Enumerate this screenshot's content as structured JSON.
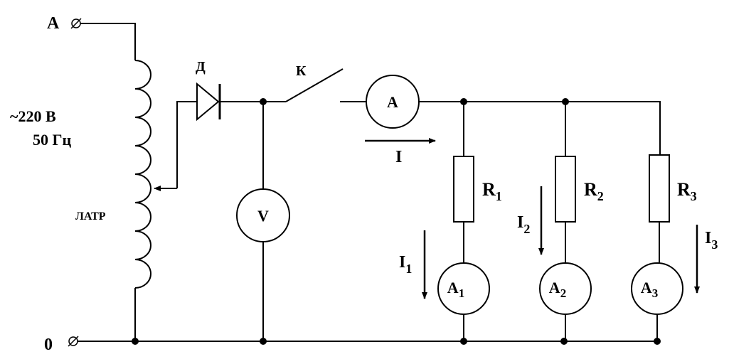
{
  "terminals": {
    "phase": "A",
    "neutral": "0"
  },
  "supply": {
    "voltage": "~220 В",
    "frequency": "50 Гц"
  },
  "autotransformer": {
    "label": "ЛАТР"
  },
  "diode": {
    "label": "Д"
  },
  "switch": {
    "label": "К"
  },
  "voltmeter": {
    "label": "V"
  },
  "main_ammeter": {
    "label": "A"
  },
  "total_current": {
    "label": "I"
  },
  "branches": [
    {
      "resistor": "R",
      "resistor_sub": "1",
      "ammeter": "A",
      "ammeter_sub": "1",
      "current": "I",
      "current_sub": "1"
    },
    {
      "resistor": "R",
      "resistor_sub": "2",
      "ammeter": "A",
      "ammeter_sub": "2",
      "current": "I",
      "current_sub": "2"
    },
    {
      "resistor": "R",
      "resistor_sub": "3",
      "ammeter": "A",
      "ammeter_sub": "3",
      "current": "I",
      "current_sub": "3"
    }
  ]
}
